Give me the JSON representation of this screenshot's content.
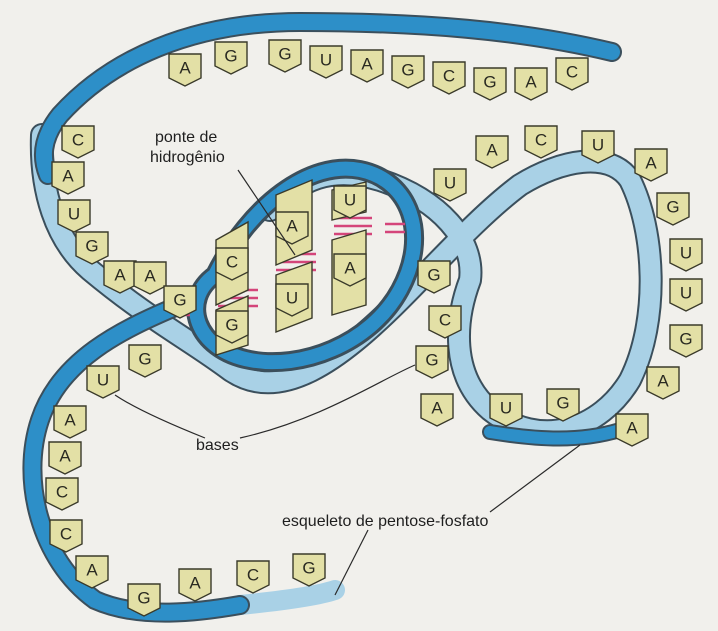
{
  "labels": {
    "hydrogen_bridge": [
      "ponte de",
      "hidrogênio"
    ],
    "bases": "bases",
    "backbone": "esqueleto de pentose-fosfato"
  },
  "colors": {
    "page": "#f1f0ec",
    "strand_dark": "#2d8fc8",
    "strand_light": "#a9d1e6",
    "base_fill": "#e3e0a6",
    "hydrogen_bond": "#d4457a"
  },
  "bases": {
    "top_row": [
      "C",
      "A",
      "G",
      "C",
      "G",
      "A",
      "U",
      "G",
      "G",
      "A"
    ],
    "left_column_upper": [
      "C",
      "A",
      "U",
      "G",
      "A"
    ],
    "helix_upper": [
      "C",
      "A",
      "U"
    ],
    "helix_lower": [
      "G",
      "U",
      "A"
    ],
    "loop_left": [
      "A",
      "G"
    ],
    "right_loop": [
      "U",
      "A",
      "C",
      "U",
      "A",
      "G",
      "U",
      "U",
      "G",
      "A",
      "A"
    ],
    "inner_right": [
      "G",
      "C",
      "G"
    ],
    "inner_bottom": [
      "A",
      "U",
      "G"
    ],
    "left_column_lower": [
      "G",
      "U",
      "A",
      "A",
      "C",
      "C",
      "A"
    ],
    "bottom_row": [
      "G",
      "A",
      "C",
      "G"
    ]
  }
}
